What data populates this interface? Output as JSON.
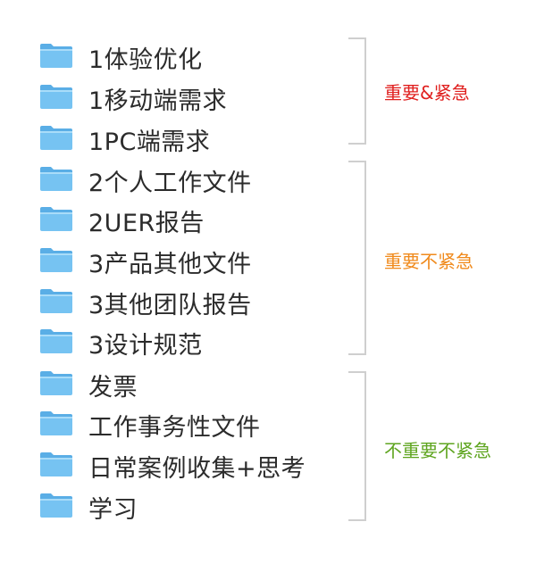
{
  "folders": [
    {
      "label": "1体验优化",
      "icon": "folder-icon"
    },
    {
      "label": "1移动端需求",
      "icon": "folder-icon"
    },
    {
      "label": "1PC端需求",
      "icon": "folder-icon"
    },
    {
      "label": "2个人工作文件",
      "icon": "folder-icon"
    },
    {
      "label": "2UER报告",
      "icon": "folder-icon"
    },
    {
      "label": "3产品其他文件",
      "icon": "folder-icon"
    },
    {
      "label": "3其他团队报告",
      "icon": "folder-icon"
    },
    {
      "label": "3设计规范",
      "icon": "folder-icon"
    },
    {
      "label": "发票",
      "icon": "folder-icon"
    },
    {
      "label": "工作事务性文件",
      "icon": "folder-icon"
    },
    {
      "label": "日常案例收集+思考",
      "icon": "folder-icon"
    },
    {
      "label": "学习",
      "icon": "folder-icon"
    }
  ],
  "groups": [
    {
      "label": "重要&紧急",
      "color": "#e0201f"
    },
    {
      "label": "重要不紧急",
      "color": "#f08a1c"
    },
    {
      "label": "不重要不紧急",
      "color": "#5fa520"
    }
  ],
  "colors": {
    "folder_body": "#76c3f2",
    "folder_tab": "#5aaee6",
    "bracket": "#cfcfcf",
    "text": "#2b2b2b"
  }
}
